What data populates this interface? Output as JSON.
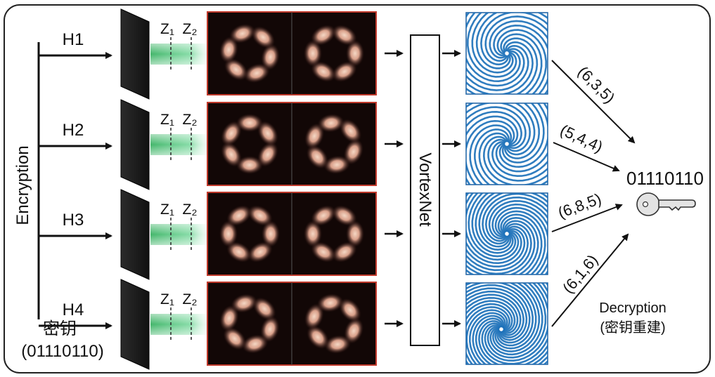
{
  "encryption": {
    "label": "Encryption",
    "key_label": "密钥",
    "key_value": "(01110110)"
  },
  "channels": [
    {
      "name": "H1",
      "z1": "Z₁",
      "z2": "Z₂",
      "code": "(6,3,5)"
    },
    {
      "name": "H2",
      "z1": "Z₁",
      "z2": "Z₂",
      "code": "(5,4,4)"
    },
    {
      "name": "H3",
      "z1": "Z₁",
      "z2": "Z₂",
      "code": "(6,8,5)"
    },
    {
      "name": "H4",
      "z1": "Z₁",
      "z2": "Z₂",
      "code": "(6,1,6)"
    }
  ],
  "network": {
    "label": "VortexNet"
  },
  "decryption": {
    "result": "01110110",
    "label": "Decryption",
    "sublabel": "(密钥重建)"
  },
  "colors": {
    "frame": "#222222",
    "beam": "#3cbf6a",
    "image_border": "#c0392b",
    "phase_blue": "#1a6fb8"
  },
  "icons": [
    "key-icon",
    "slm-panel-icon",
    "intensity-pattern",
    "phase-map"
  ]
}
